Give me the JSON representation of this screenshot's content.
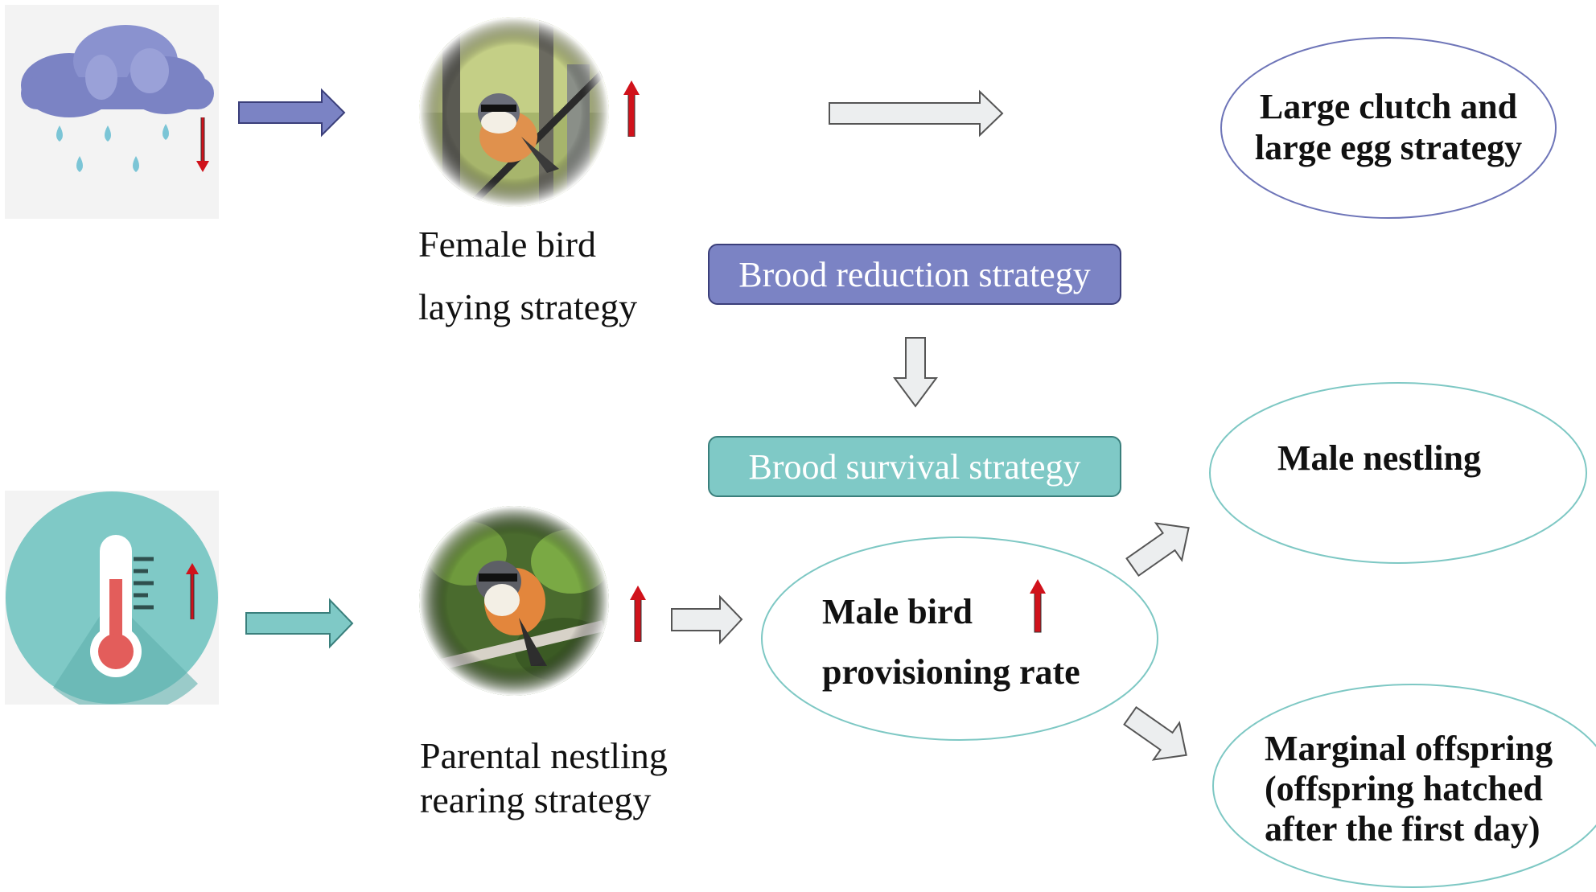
{
  "nodes": {
    "female_bird_label": [
      "Female bird",
      "laying strategy"
    ],
    "parental_label": [
      "Parental nestling",
      "rearing strategy"
    ],
    "brood_reduction": "Brood reduction strategy",
    "brood_survival": "Brood survival strategy",
    "large_clutch": [
      "Large clutch and",
      "large egg strategy"
    ],
    "male_nestling": "Male nestling",
    "male_bird": [
      "Male bird",
      "provisioning rate"
    ],
    "marginal_offspring": [
      "Marginal offspring",
      "(offspring hatched",
      "after the first day)"
    ]
  },
  "icons": {
    "rain": "rain-cloud-icon",
    "thermometer": "thermometer-icon",
    "bird_top": "shrike-bird-photo",
    "bird_bottom": "shrike-bird-photo"
  },
  "colors": {
    "purple_fill": "#7b83c4",
    "purple_border": "#3b3f7a",
    "teal_fill": "#7fc9c6",
    "teal_border": "#3a7f7c",
    "grey_arrow": "#eceeef",
    "oval_purple": "#6e75b8",
    "oval_teal": "#7ec8c4",
    "red_arrow": "#d0121b"
  }
}
